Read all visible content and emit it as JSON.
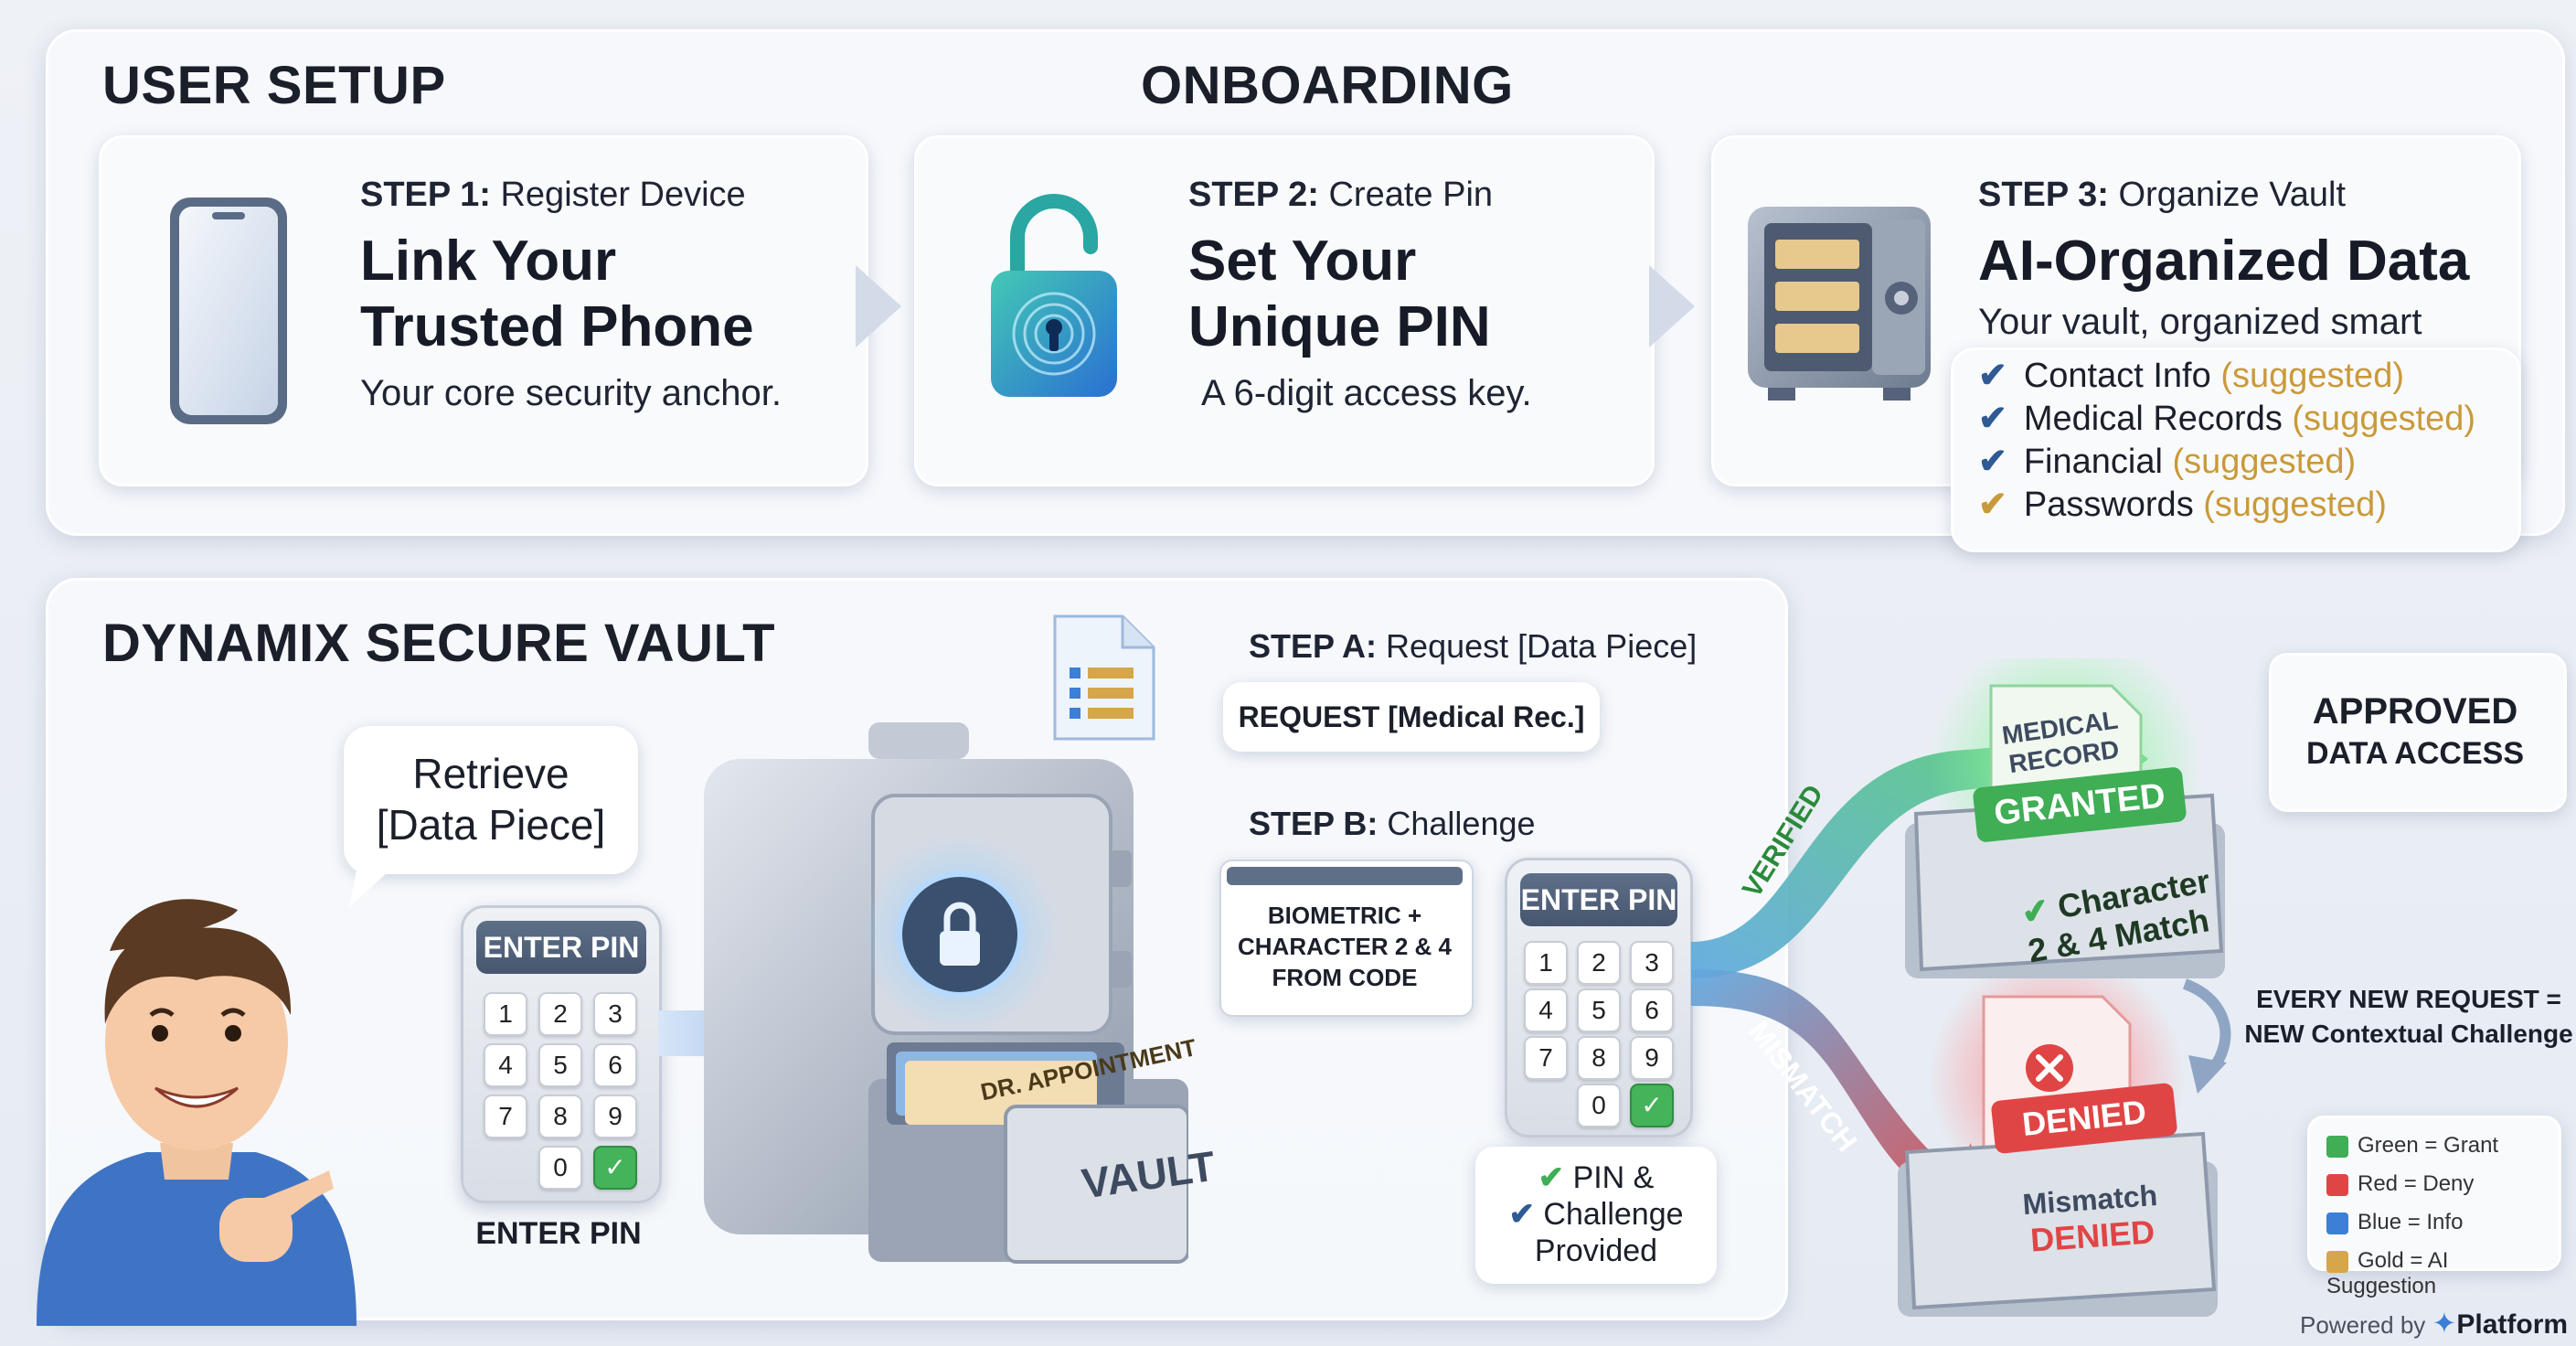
{
  "top": {
    "heading_left": "USER SETUP",
    "heading_center": "ONBOARDING",
    "steps": [
      {
        "step": "STEP 1:",
        "name": "Register Device",
        "title_line1": "Link Your",
        "title_line2": "Trusted Phone",
        "subtitle": "Your core security anchor.",
        "icon": "phone-icon"
      },
      {
        "step": "STEP 2:",
        "name": "Create Pin",
        "title_line1": "Set Your",
        "title_line2": "Unique PIN",
        "subtitle": "A 6-digit access key.",
        "icon": "fingerprint-lock-icon"
      },
      {
        "step": "STEP 3:",
        "name": "Organize Vault",
        "title_line1": "AI-Organized Data",
        "subtitle": "Your vault, organized smart",
        "icon": "safe-icon",
        "items": [
          {
            "label": "Contact Info",
            "tag": "(suggested)"
          },
          {
            "label": "Medical Records",
            "tag": "(suggested)"
          },
          {
            "label": "Financial",
            "tag": "(suggested)"
          },
          {
            "label": "Passwords",
            "tag": "(suggested)"
          }
        ]
      }
    ]
  },
  "bottom": {
    "heading": "DYNAMIX SECURE VAULT",
    "speech": {
      "line1": "Retrieve",
      "line2": "[Data Piece]"
    },
    "keypad_left": {
      "title": "ENTER PIN",
      "caption": "ENTER PIN",
      "keys": [
        "1",
        "2",
        "3",
        "4",
        "5",
        "6",
        "7",
        "8",
        "9",
        "0",
        "✓"
      ]
    },
    "vault": {
      "drawer_label": "VAULT",
      "folder_label": "DR. APPOINTMENT"
    },
    "step_a": {
      "step": "STEP A:",
      "name": "Request [Data Piece]",
      "request": "REQUEST [Medical Rec.]"
    },
    "step_b": {
      "step": "STEP B:",
      "name": "Challenge",
      "challenge": [
        "BIOMETRIC +",
        "CHARACTER 2 & 4",
        "FROM CODE"
      ]
    },
    "keypad_right": {
      "title": "ENTER PIN",
      "keys": [
        "1",
        "2",
        "3",
        "4",
        "5",
        "6",
        "7",
        "8",
        "9",
        "0",
        "✓"
      ]
    },
    "provided": {
      "line1": "PIN &",
      "line2": "Challenge",
      "line3": "Provided"
    },
    "verified_label": "VERIFIED",
    "mismatch_label": "MISMATCH",
    "granted": {
      "doc_line1": "MEDICAL",
      "doc_line2": "RECORD",
      "badge": "GRANTED",
      "match_line1": "Character",
      "match_line2": "2 & 4 Match"
    },
    "denied": {
      "badge": "DENIED",
      "box_line1": "Mismatch",
      "box_line2": "DENIED"
    },
    "approved": {
      "line1": "APPROVED",
      "line2": "DATA ACCESS"
    },
    "note": {
      "line1": "EVERY NEW REQUEST =",
      "line2": "NEW Contextual Challenge"
    },
    "legend": [
      {
        "label": "Green = Grant",
        "color": "#3fae55"
      },
      {
        "label": "Red = Deny",
        "color": "#e04545"
      },
      {
        "label": "Blue = Info",
        "color": "#3b7fd6"
      },
      {
        "label": "Gold = AI Suggestion",
        "color": "#d6a64a"
      }
    ],
    "powered": {
      "prefix": "Powered by",
      "brand": "Platform"
    }
  },
  "colors": {
    "green": "#3fae55",
    "red": "#e04545",
    "blue": "#3b7fd6",
    "gold": "#c99a3a",
    "dark": "#1b1f2a"
  }
}
